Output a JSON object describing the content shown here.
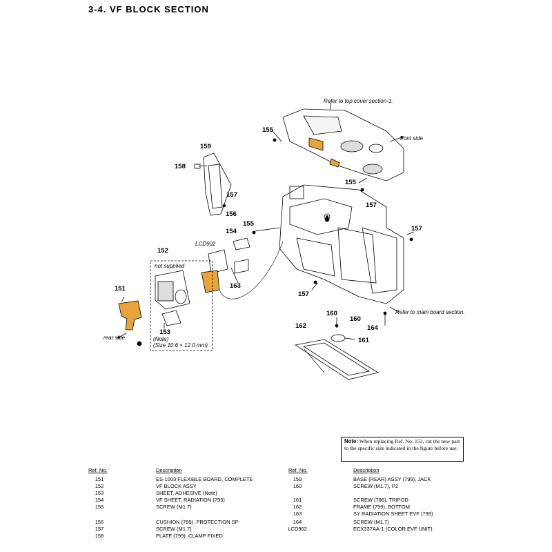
{
  "title": "3-4.  VF  BLOCK  SECTION",
  "callouts": {
    "c151": "151",
    "c152": "152",
    "c153": "153",
    "c154": "154",
    "c155a": "155",
    "c155b": "155",
    "c155c": "155",
    "c156": "156",
    "c157a": "157",
    "c157b": "157",
    "c157c": "157",
    "c157d": "157",
    "c158": "158",
    "c159": "159",
    "c160a": "160",
    "c160b": "160",
    "c161": "161",
    "c162": "162",
    "c163": "163",
    "c164": "164",
    "lcd": "LCD902"
  },
  "annotations": {
    "top_cover": "Refer to top cover section-1.",
    "front_side": "front side",
    "rear_side": "rear side",
    "main_board": "Refer to main board section.",
    "not_supplied": "not supplied",
    "note": "(Note)",
    "size": "(Size 10.6 × 12.0 mm)"
  },
  "note_box": {
    "label": "Note:",
    "text": "When replacing Ref. No. 153, cut the new part to the specific size indicated in the figure before use."
  },
  "parts_headers": {
    "ref": "Ref. No.",
    "desc": "Description"
  },
  "parts_left": [
    {
      "ref": "151",
      "desc": "ES-1003 FLEXIBLE BOARD, COMPLETE"
    },
    {
      "ref": "152",
      "desc": "VF BLOCK ASSY"
    },
    {
      "ref": "153",
      "desc": "SHEET, ADHESIVE (Note)"
    },
    {
      "ref": "154",
      "desc": "VF SHEET, RADIATION (795)"
    },
    {
      "ref": "155",
      "desc": "SCREW (M1.7)"
    },
    {
      "ref": "156",
      "desc": "CUSHION (799), PROTECTION SP"
    },
    {
      "ref": "157",
      "desc": "SCREW (M1.7)"
    },
    {
      "ref": "158",
      "desc": "PLATE (799), CLAMP FIXED"
    }
  ],
  "parts_right": [
    {
      "ref": "159",
      "desc": "BASE (REAR) ASSY (799), JACK"
    },
    {
      "ref": "160",
      "desc": "SCREW (M1.7), P2"
    },
    {
      "ref": "161",
      "desc": "SCREW (786), TRIPOD"
    },
    {
      "ref": "162",
      "desc": "FRAME (799), BOTTOM"
    },
    {
      "ref": "163",
      "desc": "SY RADIATION SHEET EVF (799)"
    },
    {
      "ref": "164",
      "desc": "SCREW (M1.7)"
    },
    {
      "ref": "LCD902",
      "desc": "ECX337AA-1 (COLOR EVF UNIT)"
    }
  ],
  "colors": {
    "flex_orange": "#e8a33a",
    "line": "#000000"
  }
}
